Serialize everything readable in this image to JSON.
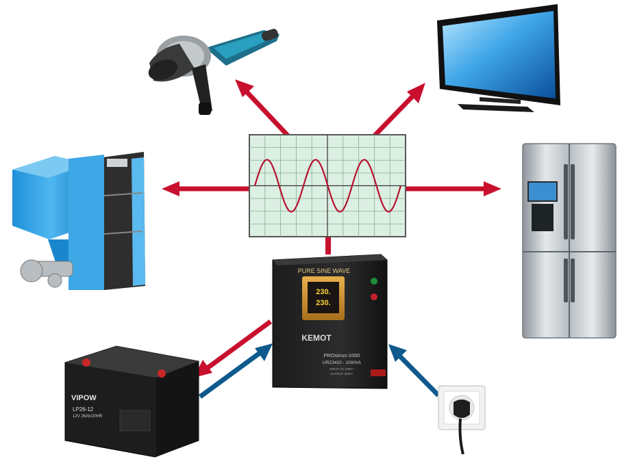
{
  "inverter": {
    "panel_title": "PURE SINE WAVE",
    "display_line1": "230.",
    "display_line2": "230.",
    "brand": "KEMOT",
    "model": "PROsinus-1000",
    "code": "URZ3410 - 1000VA",
    "input_spec": "INPUT: AC 230V~",
    "output_spec": "OUTPUT: 230V~"
  },
  "battery": {
    "brand": "VIPOW",
    "model": "LP26-12",
    "spec": "12V 26Ah/20HR"
  },
  "colors": {
    "output_arrow": "#c8102e",
    "input_arrow": "#0f5a8c",
    "scope_bg": "#dcefe3",
    "scope_grid": "#7fb08f",
    "sine_wave": "#b5112e"
  },
  "icons": [
    "angle-grinder-icon",
    "tv-icon",
    "boiler-icon",
    "fridge-icon",
    "battery-icon",
    "socket-icon",
    "inverter-icon",
    "oscilloscope-icon"
  ]
}
